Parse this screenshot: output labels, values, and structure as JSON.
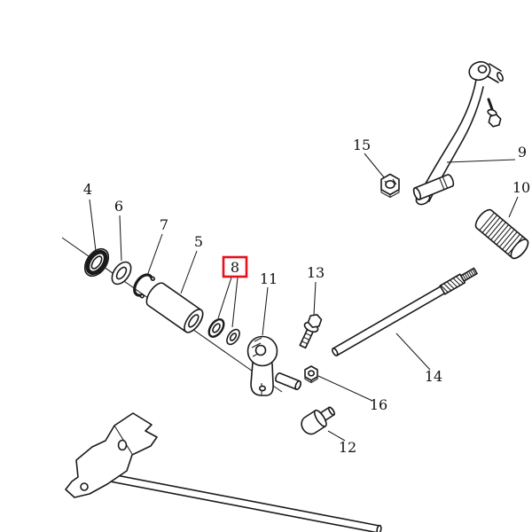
{
  "diagram": {
    "background_color": "#ffffff",
    "line_color": "#1a1a1a",
    "highlight_color": "#e8101a",
    "highlighted_ref": "8",
    "callouts": {
      "c4": {
        "label": "4"
      },
      "c5": {
        "label": "5"
      },
      "c6": {
        "label": "6"
      },
      "c7": {
        "label": "7"
      },
      "c8": {
        "label": "8"
      },
      "c9": {
        "label": "9"
      },
      "c10": {
        "label": "10"
      },
      "c11": {
        "label": "11"
      },
      "c12": {
        "label": "12"
      },
      "c13": {
        "label": "13"
      },
      "c14": {
        "label": "14"
      },
      "c15": {
        "label": "15"
      },
      "c16": {
        "label": "16"
      }
    }
  }
}
